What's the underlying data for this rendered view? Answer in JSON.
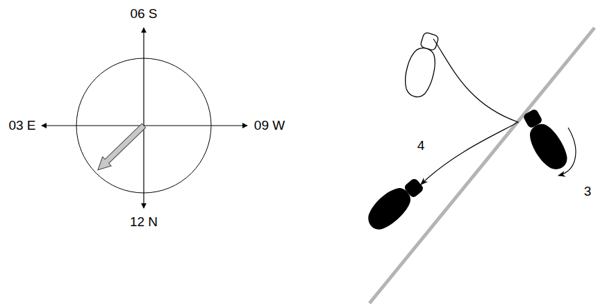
{
  "diagram": {
    "labels": [
      "06 S",
      "03 E",
      "09 W",
      "12 N",
      "4",
      "3"
    ]
  }
}
